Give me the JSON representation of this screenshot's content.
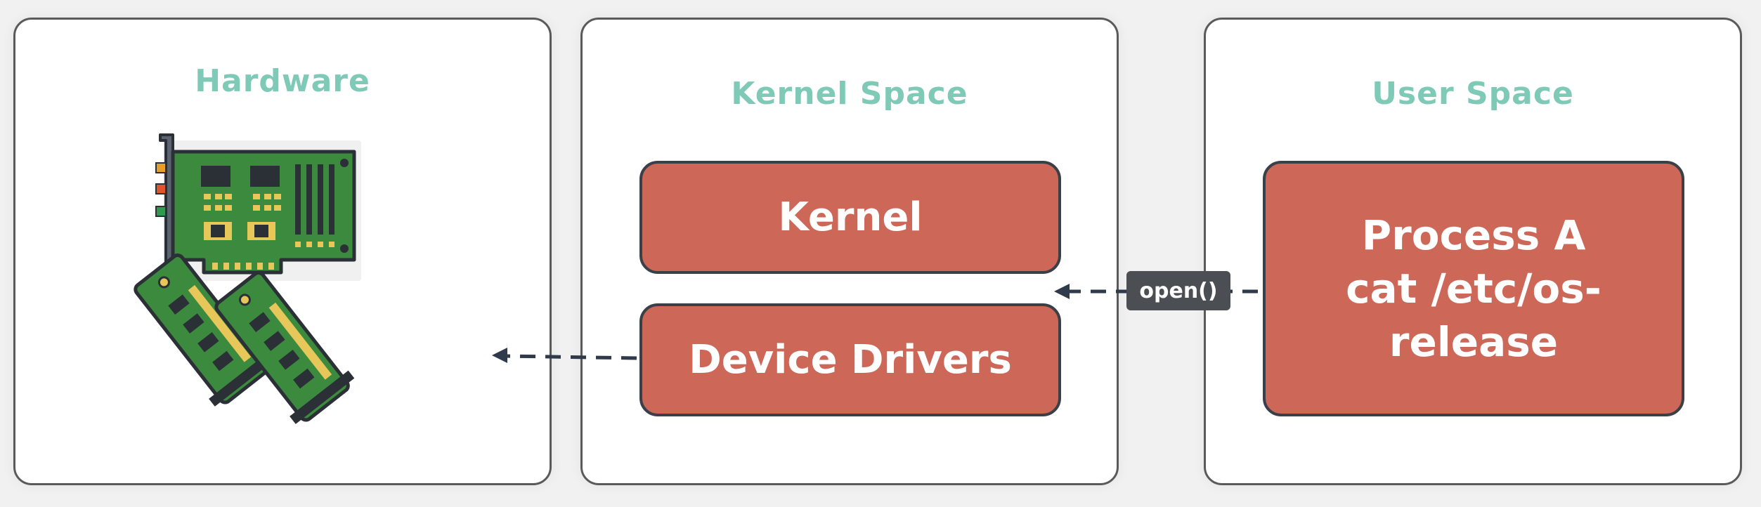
{
  "panels": {
    "hardware": {
      "title": "Hardware"
    },
    "kernel_space": {
      "title": "Kernel Space"
    },
    "user_space": {
      "title": "User Space"
    }
  },
  "boxes": {
    "kernel": "Kernel",
    "device_drivers": "Device Drivers",
    "process": {
      "line1": "Process A",
      "line2": "cat /etc/os-release"
    }
  },
  "arrows": {
    "syscall_label": "open()"
  },
  "icons": [
    "expansion-card-icon",
    "memory-modules-icon"
  ],
  "colors": {
    "title": "#7fcab7",
    "box_fill": "#cd6858",
    "box_border": "#3b4048",
    "arrow": "#2f3a4a",
    "label_bg": "#4b4e53"
  }
}
